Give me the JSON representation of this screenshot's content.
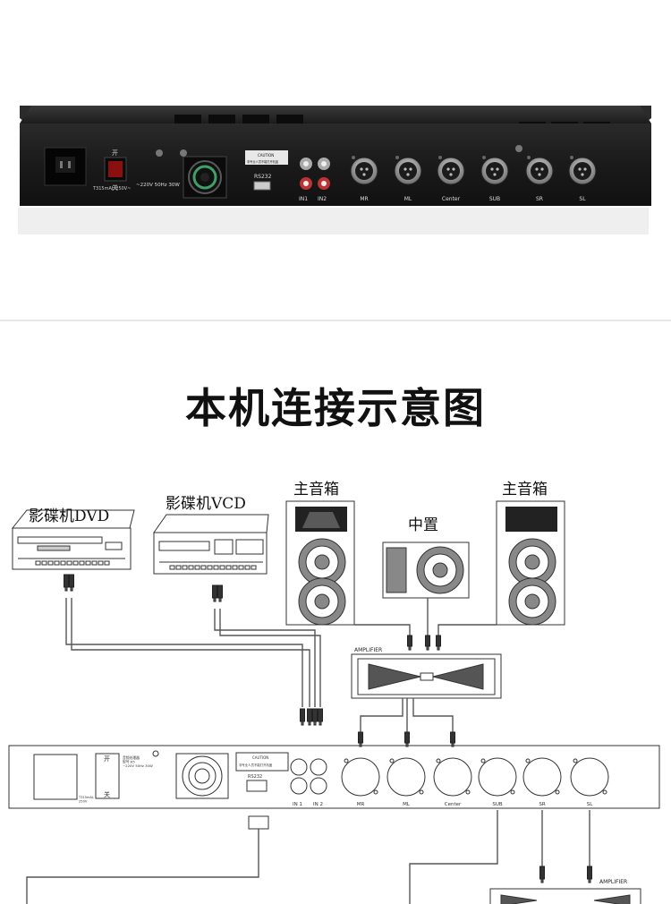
{
  "photo": {
    "power_spec": "T315mAL\n250V~",
    "switch_on": "开",
    "switch_off": "关",
    "voltage": "~220V 50Hz 30W",
    "caution": "CAUTION",
    "caution_note": "非专业人员不能打开机盖",
    "rs232": "RS232",
    "inputs": [
      "IN1",
      "IN2"
    ],
    "outputs": [
      "MR",
      "ML",
      "Center",
      "SUB",
      "SR",
      "SL"
    ]
  },
  "heading": "本机连接示意图",
  "diagram": {
    "dvd_label": "影碟机DVD",
    "vcd_label": "影碟机VCD",
    "main_speaker_left": "主音箱",
    "main_speaker_right": "主音箱",
    "center_speaker": "中置",
    "amplifier_top": "AMPLIFIER",
    "amplifier_bottom": "AMPLIFIER",
    "panel_on": "开",
    "panel_off": "关",
    "panel_spec": "T315mAL\n250V",
    "panel_info": "音频处理器\n型号:K5\n~220V 50Hz 30W",
    "panel_caution": "CAUTION",
    "panel_caution_note": "非专业人员不能打开机盖",
    "panel_rs232": "RS232",
    "panel_inputs": [
      "IN 1",
      "IN 2"
    ],
    "panel_outputs": [
      "MR",
      "ML",
      "Center",
      "SUB",
      "SR",
      "SL"
    ]
  }
}
